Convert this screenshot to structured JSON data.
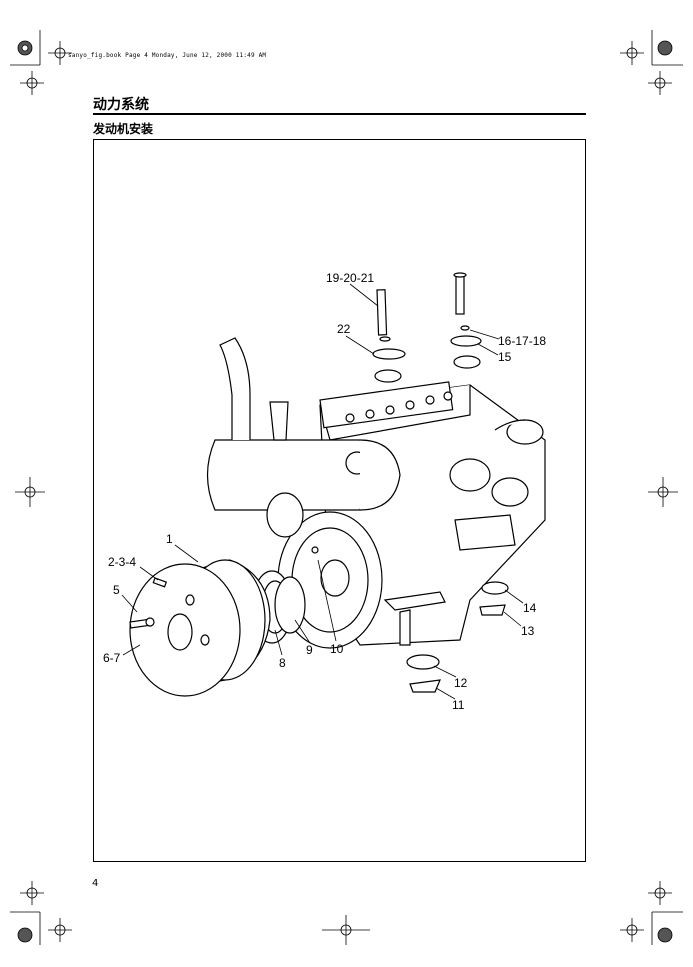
{
  "print_header": "sanyo_fig.book  Page 4  Monday, June 12, 2000  11:49 AM",
  "section_title": "动力系统",
  "subsection_title": "发动机安装",
  "figure": {
    "part_labels": [
      "1",
      "2-3-4",
      "5",
      "6-7",
      "8",
      "9",
      "10",
      "11",
      "12",
      "13",
      "14",
      "15",
      "16-17-18",
      "19-20-21",
      "22"
    ]
  },
  "page_number": "4"
}
